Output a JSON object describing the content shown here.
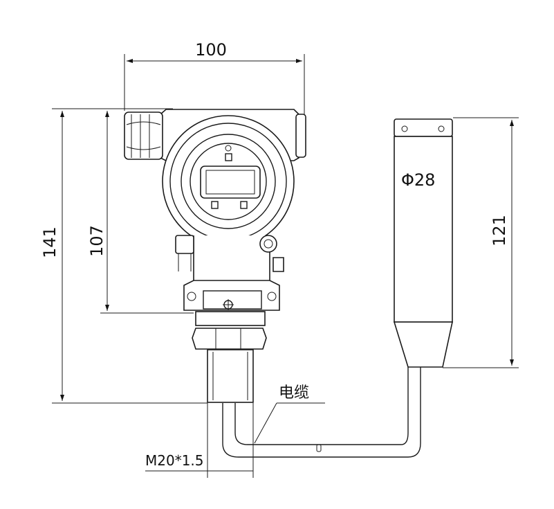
{
  "dimensions": {
    "width_top": "100",
    "height_total": "141",
    "height_housing": "107",
    "height_probe": "121",
    "probe_diameter": "Φ28"
  },
  "labels": {
    "cable": "电缆",
    "thread": "M20*1.5"
  }
}
